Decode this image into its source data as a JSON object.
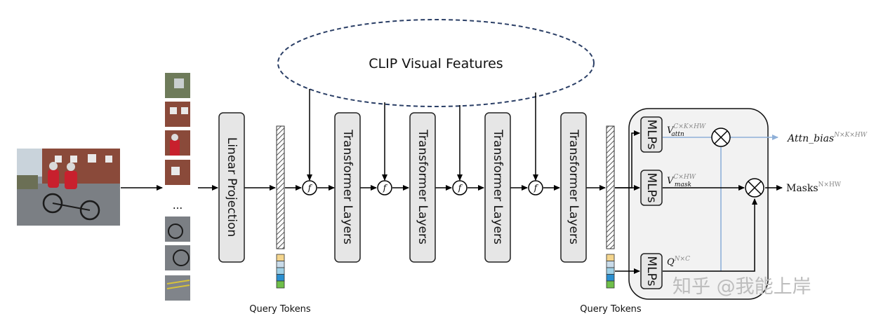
{
  "clip_features": "CLIP Visual Features",
  "linear_projection": "Linear Projection",
  "transformer_layers": [
    "Transformer Layers",
    "Transformer Layers",
    "Transformer Layers",
    "Transformer Layers"
  ],
  "fusion_symbol": "f",
  "ellipsis": "...",
  "query_tokens_left": "Query Tokens",
  "query_tokens_right": "Query Tokens",
  "mlps": [
    "MLPs",
    "MLPs",
    "MLPs"
  ],
  "v_attn": {
    "base": "V",
    "sub": "attn",
    "sup": "C×K×HW"
  },
  "v_mask": {
    "base": "V",
    "sub": "mask",
    "sup": "C×HW"
  },
  "q_label": {
    "base": "Q",
    "sup": "N×C"
  },
  "attn_bias": {
    "base": "Attn_bias",
    "sup": "N×K×HW"
  },
  "masks": {
    "base": "Masks",
    "sup": "N×HW"
  },
  "watermark": "知乎 @我能上岸",
  "token_colors": [
    "#f4d58d",
    "#c9dbe9",
    "#9fd0e6",
    "#2a8fd0",
    "#6fbf4a"
  ],
  "colors": {
    "accent_line": "#8fb0d8",
    "ellipse_stroke": "#2b3f66",
    "box_fill": "#e6e6e6"
  }
}
